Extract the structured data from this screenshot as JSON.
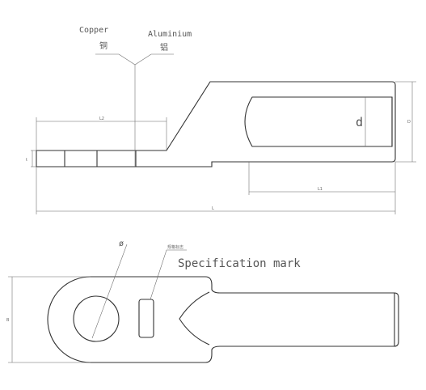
{
  "labels": {
    "copper_en": "Copper",
    "copper_cn": "铜",
    "aluminium_en": "Aluminium",
    "aluminium_cn": "铝",
    "spec_mark": "Specification mark",
    "spec_mark_cn": "规格标志"
  },
  "dimensions": {
    "d": "d",
    "D": "D",
    "L": "L",
    "L1": "L1",
    "L2": "L2",
    "t": "t",
    "phi": "ø",
    "B": "B"
  }
}
